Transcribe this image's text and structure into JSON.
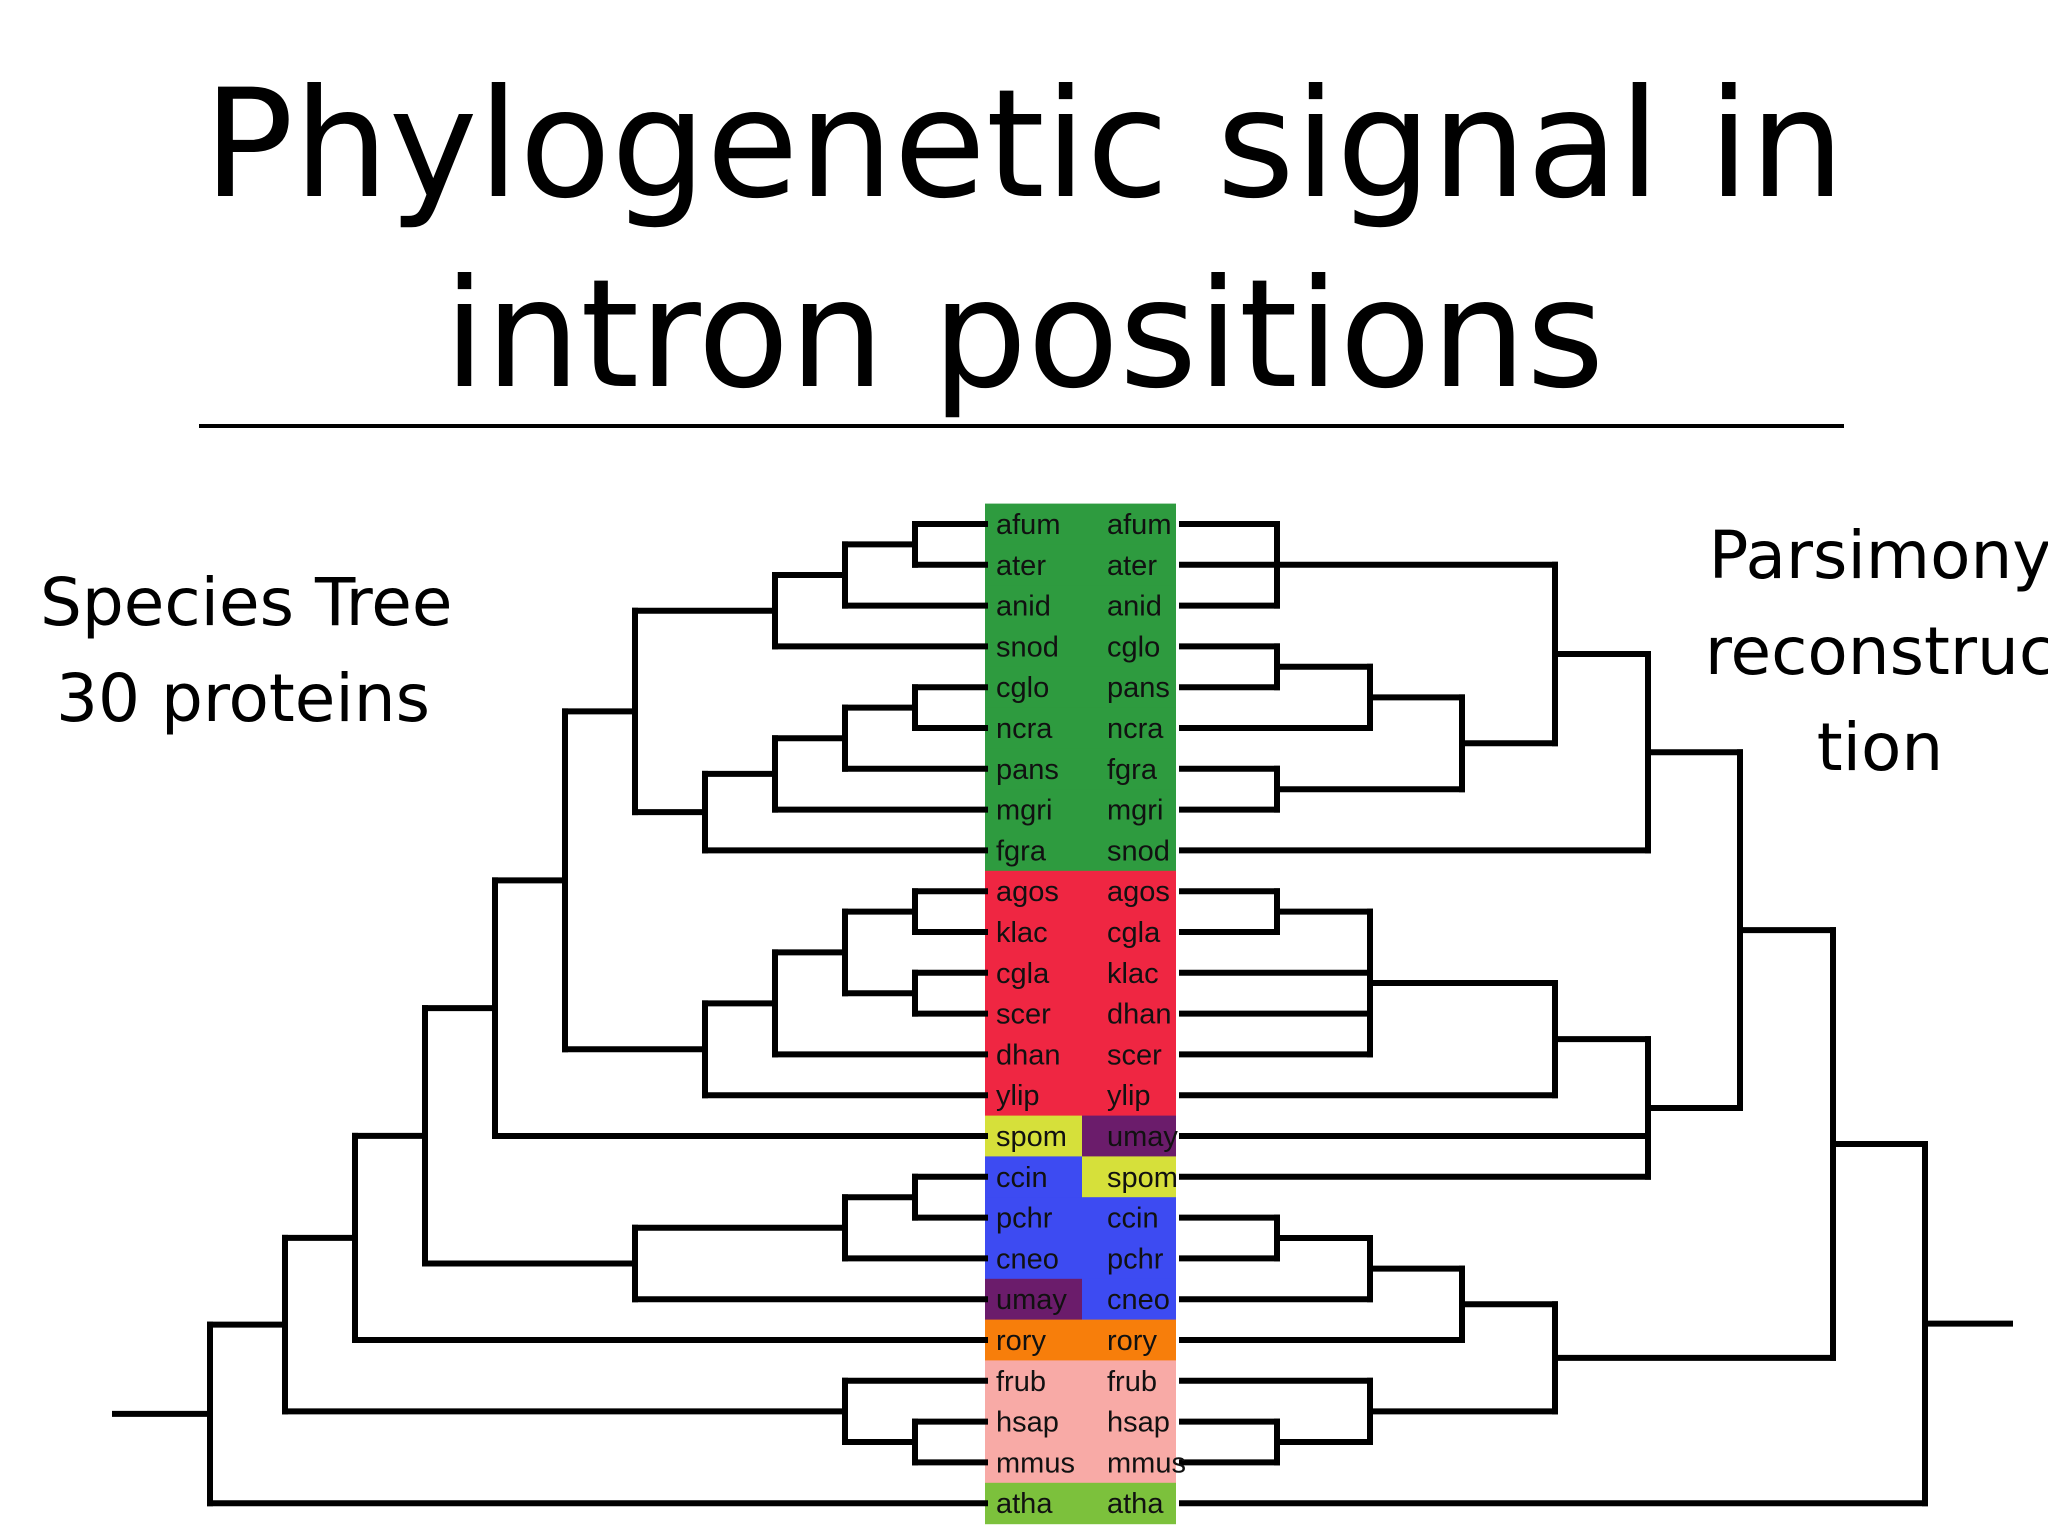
{
  "slide": {
    "title_line1": "Phylogenetic signal in",
    "title_line2": "intron positions",
    "left_label_line1": "Species Tree",
    "left_label_line2": "30 proteins",
    "right_label_line1": "Parsimony",
    "right_label_line2": "reconstruc",
    "right_label_line3": "tion"
  },
  "group_colors": {
    "green": "#2e9b3f",
    "red": "#ef2642",
    "yellow": "#d6e03a",
    "purple": "#6b1c6b",
    "blue": "#3d4bf2",
    "orange": "#f77e0b",
    "pink": "#f8aaa6",
    "lime": "#7cc13c"
  },
  "left_column": [
    {
      "label": "afum",
      "group": "green"
    },
    {
      "label": "ater",
      "group": "green"
    },
    {
      "label": "anid",
      "group": "green"
    },
    {
      "label": "snod",
      "group": "green"
    },
    {
      "label": "cglo",
      "group": "green"
    },
    {
      "label": "ncra",
      "group": "green"
    },
    {
      "label": "pans",
      "group": "green"
    },
    {
      "label": "mgri",
      "group": "green"
    },
    {
      "label": "fgra",
      "group": "green"
    },
    {
      "label": "agos",
      "group": "red"
    },
    {
      "label": "klac",
      "group": "red"
    },
    {
      "label": "cgla",
      "group": "red"
    },
    {
      "label": "scer",
      "group": "red"
    },
    {
      "label": "dhan",
      "group": "red"
    },
    {
      "label": "ylip",
      "group": "red"
    },
    {
      "label": "spom",
      "group": "yellow"
    },
    {
      "label": "ccin",
      "group": "blue"
    },
    {
      "label": "pchr",
      "group": "blue"
    },
    {
      "label": "cneo",
      "group": "blue"
    },
    {
      "label": "umay",
      "group": "purple"
    },
    {
      "label": "rory",
      "group": "orange"
    },
    {
      "label": "frub",
      "group": "pink"
    },
    {
      "label": "hsap",
      "group": "pink"
    },
    {
      "label": "mmus",
      "group": "pink"
    },
    {
      "label": "atha",
      "group": "lime"
    }
  ],
  "right_column": [
    {
      "label": "afum",
      "group": "green"
    },
    {
      "label": "ater",
      "group": "green"
    },
    {
      "label": "anid",
      "group": "green"
    },
    {
      "label": "cglo",
      "group": "green"
    },
    {
      "label": "pans",
      "group": "green"
    },
    {
      "label": "ncra",
      "group": "green"
    },
    {
      "label": "fgra",
      "group": "green"
    },
    {
      "label": "mgri",
      "group": "green"
    },
    {
      "label": "snod",
      "group": "green"
    },
    {
      "label": "agos",
      "group": "red"
    },
    {
      "label": "cgla",
      "group": "red"
    },
    {
      "label": "klac",
      "group": "red"
    },
    {
      "label": "dhan",
      "group": "red"
    },
    {
      "label": "scer",
      "group": "red"
    },
    {
      "label": "ylip",
      "group": "red"
    },
    {
      "label": "umay",
      "group": "purple"
    },
    {
      "label": "spom",
      "group": "yellow"
    },
    {
      "label": "ccin",
      "group": "blue"
    },
    {
      "label": "pchr",
      "group": "blue"
    },
    {
      "label": "cneo",
      "group": "blue"
    },
    {
      "label": "rory",
      "group": "orange"
    },
    {
      "label": "frub",
      "group": "pink"
    },
    {
      "label": "hsap",
      "group": "pink"
    },
    {
      "label": "mmus",
      "group": "pink"
    },
    {
      "label": "atha",
      "group": "lime"
    }
  ]
}
